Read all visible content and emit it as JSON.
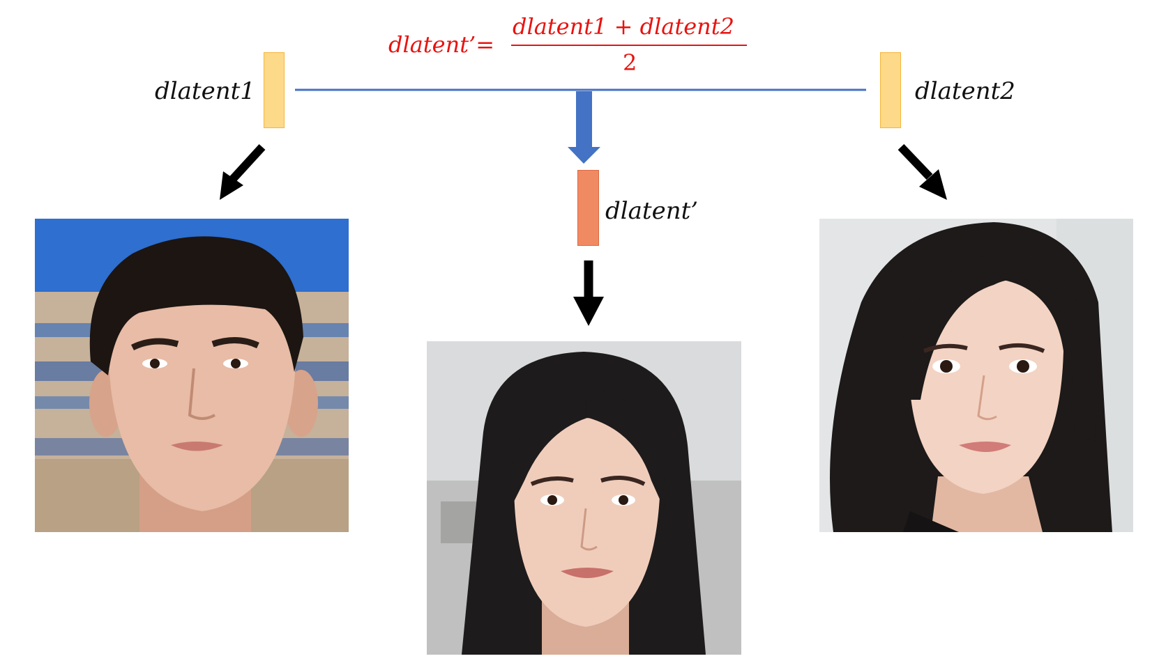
{
  "formula": {
    "lhs": "dlatent’=",
    "numerator": "dlatent1  + dlatent2",
    "denominator": "2"
  },
  "nodes": {
    "left": {
      "label": "dlatent1"
    },
    "right": {
      "label": "dlatent2"
    },
    "middle": {
      "label": "dlatent’"
    }
  },
  "colors": {
    "formula": "#e8130f",
    "connector_line": "#4472c4",
    "latent_bar": "#fdd98a",
    "mixed_bar": "#f08a63",
    "arrow": "#000000"
  }
}
